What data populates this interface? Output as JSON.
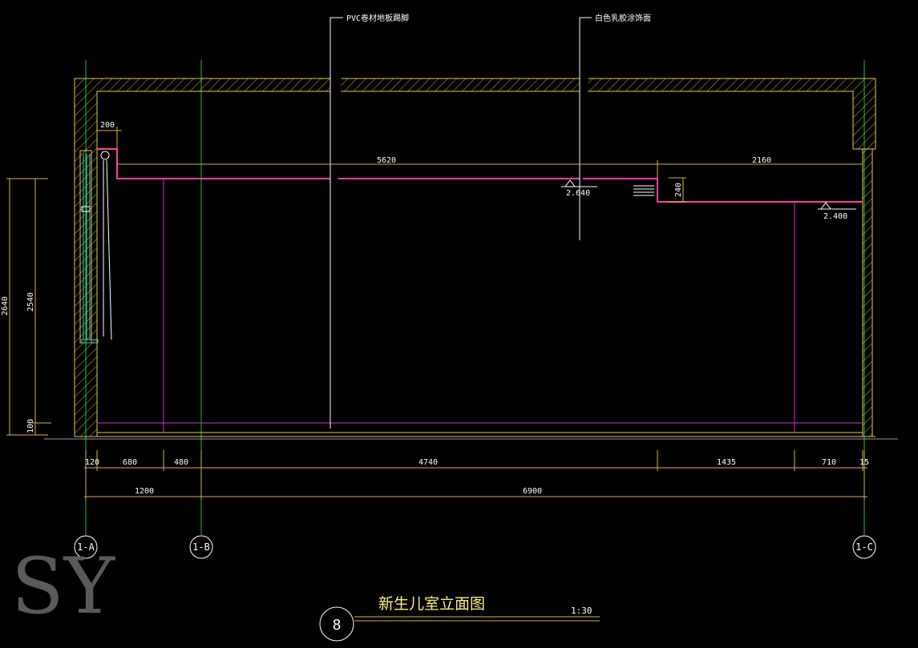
{
  "annotations": {
    "floor_material": "PVC卷材地板踢脚",
    "wall_finish": "白色乳胶涂饰面"
  },
  "levels": {
    "ceiling_high": "2.640",
    "ceiling_low": "2.400"
  },
  "dims_top": {
    "d200": "200",
    "d5620": "5620",
    "d2160": "2160",
    "d240": "240"
  },
  "dims_left": {
    "d2640": "2640",
    "d2540": "2540",
    "d100": "100"
  },
  "dims_bottom_row1": [
    "120",
    "680",
    "480",
    "4740",
    "1435",
    "710",
    "15"
  ],
  "dims_bottom_row2": [
    "1200",
    "6900"
  ],
  "axes": [
    "1-A",
    "1-B",
    "1-C"
  ],
  "title_block": {
    "index": "8",
    "title": "新生儿室立面图",
    "scale": "1:30"
  },
  "watermark": "SY",
  "colors": {
    "background": "#000000",
    "wall": "#e6c95a",
    "ceiling_line": "#ff3f9f",
    "magenta": "#d033d0",
    "axis_line": "#22c222",
    "dimension": "#d8b44a",
    "leader": "#ffffff",
    "window": "#40d0c0"
  }
}
